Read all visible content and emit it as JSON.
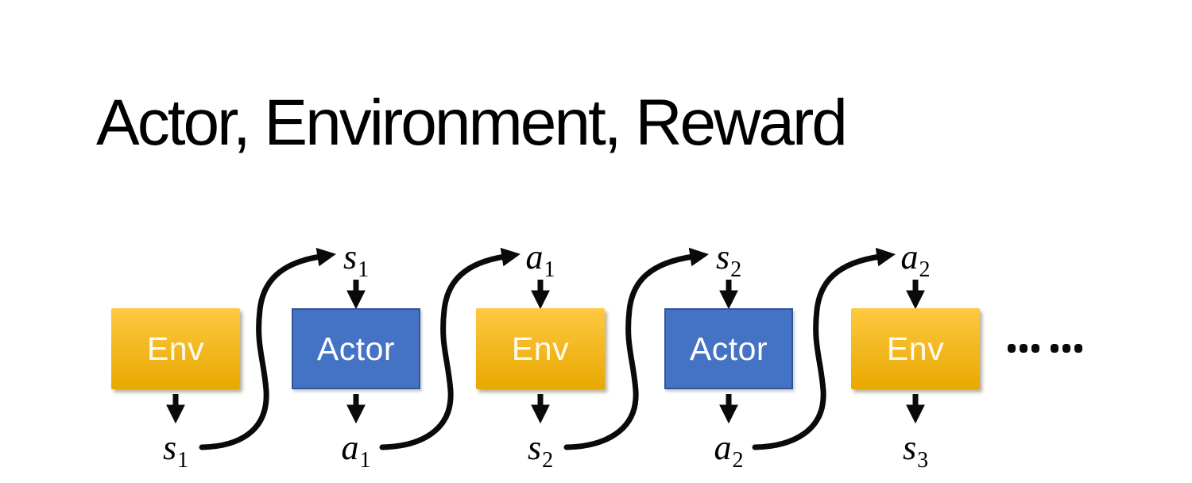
{
  "title": "Actor, Environment, Reward",
  "diagram": {
    "nodes": [
      {
        "type": "env",
        "label": "Env",
        "bottom": {
          "base": "s",
          "sub": "1"
        }
      },
      {
        "type": "actor",
        "label": "Actor",
        "top": {
          "base": "s",
          "sub": "1"
        },
        "bottom": {
          "base": "a",
          "sub": "1"
        }
      },
      {
        "type": "env",
        "label": "Env",
        "top": {
          "base": "a",
          "sub": "1"
        },
        "bottom": {
          "base": "s",
          "sub": "2"
        }
      },
      {
        "type": "actor",
        "label": "Actor",
        "top": {
          "base": "s",
          "sub": "2"
        },
        "bottom": {
          "base": "a",
          "sub": "2"
        }
      },
      {
        "type": "env",
        "label": "Env",
        "top": {
          "base": "a",
          "sub": "2"
        },
        "bottom": {
          "base": "s",
          "sub": "3"
        }
      }
    ],
    "ellipsis": "……",
    "colors": {
      "envTop": "#fec941",
      "envBottom": "#e8a801",
      "envText": "#fffbef",
      "actorFill": "#4472c4",
      "actorBorder": "#2f5597",
      "boxText": "#ffffff",
      "arrow": "#0a0a0a",
      "titleColor": "#000000"
    }
  }
}
